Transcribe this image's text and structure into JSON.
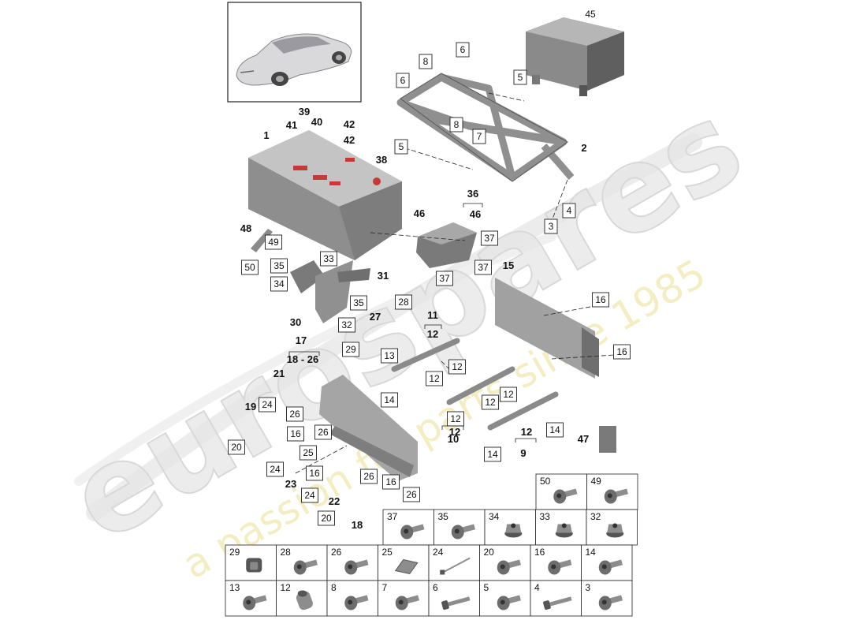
{
  "watermark": {
    "brand": "eurospares",
    "tagline": "a passion for parts since 1985"
  },
  "car_thumbnail": {
    "icon": "sports-car-icon"
  },
  "callouts": [
    {
      "id": "c45",
      "text": "45",
      "boxed": false,
      "bold": false
    },
    {
      "id": "c8a",
      "text": "8",
      "boxed": true,
      "bold": false
    },
    {
      "id": "c6a",
      "text": "6",
      "boxed": true,
      "bold": false
    },
    {
      "id": "c6b",
      "text": "6",
      "boxed": true,
      "bold": false
    },
    {
      "id": "c5a",
      "text": "5",
      "boxed": true,
      "bold": false
    },
    {
      "id": "c8b",
      "text": "8",
      "boxed": true,
      "bold": false
    },
    {
      "id": "c7",
      "text": "7",
      "boxed": true,
      "bold": false
    },
    {
      "id": "c5b",
      "text": "5",
      "boxed": true,
      "bold": false
    },
    {
      "id": "c2",
      "text": "2",
      "boxed": false,
      "bold": true
    },
    {
      "id": "c4",
      "text": "4",
      "boxed": true,
      "bold": false
    },
    {
      "id": "c3",
      "text": "3",
      "boxed": true,
      "bold": false
    },
    {
      "id": "c39",
      "text": "39",
      "boxed": false,
      "bold": true
    },
    {
      "id": "c1",
      "text": "1",
      "boxed": false,
      "bold": true
    },
    {
      "id": "c41",
      "text": "41",
      "boxed": false,
      "bold": true
    },
    {
      "id": "c40",
      "text": "40",
      "boxed": false,
      "bold": true
    },
    {
      "id": "c42a",
      "text": "42",
      "boxed": false,
      "bold": true
    },
    {
      "id": "c42b",
      "text": "42",
      "boxed": false,
      "bold": true
    },
    {
      "id": "c38",
      "text": "38",
      "boxed": false,
      "bold": true
    },
    {
      "id": "c36",
      "text": "36",
      "boxed": false,
      "bold": true
    },
    {
      "id": "c46a",
      "text": "46",
      "boxed": false,
      "bold": true
    },
    {
      "id": "c46b",
      "text": "46",
      "boxed": false,
      "bold": true
    },
    {
      "id": "c37a",
      "text": "37",
      "boxed": true,
      "bold": false
    },
    {
      "id": "c37b",
      "text": "37",
      "boxed": true,
      "bold": false
    },
    {
      "id": "c37c",
      "text": "37",
      "boxed": true,
      "bold": false
    },
    {
      "id": "c48",
      "text": "48",
      "boxed": false,
      "bold": true
    },
    {
      "id": "c49",
      "text": "49",
      "boxed": true,
      "bold": false
    },
    {
      "id": "c50",
      "text": "50",
      "boxed": true,
      "bold": false
    },
    {
      "id": "c35a",
      "text": "35",
      "boxed": true,
      "bold": false
    },
    {
      "id": "c33",
      "text": "33",
      "boxed": true,
      "bold": false
    },
    {
      "id": "c31",
      "text": "31",
      "boxed": false,
      "bold": true
    },
    {
      "id": "c34",
      "text": "34",
      "boxed": true,
      "bold": false
    },
    {
      "id": "c35b",
      "text": "35",
      "boxed": true,
      "bold": false
    },
    {
      "id": "c30",
      "text": "30",
      "boxed": false,
      "bold": true
    },
    {
      "id": "c32",
      "text": "32",
      "boxed": true,
      "bold": false
    },
    {
      "id": "c15",
      "text": "15",
      "boxed": false,
      "bold": true
    },
    {
      "id": "c16a",
      "text": "16",
      "boxed": true,
      "bold": false
    },
    {
      "id": "c16b",
      "text": "16",
      "boxed": true,
      "bold": false
    },
    {
      "id": "c28",
      "text": "28",
      "boxed": true,
      "bold": false
    },
    {
      "id": "c27",
      "text": "27",
      "boxed": false,
      "bold": true
    },
    {
      "id": "c29",
      "text": "29",
      "boxed": true,
      "bold": false
    },
    {
      "id": "c11",
      "text": "11",
      "boxed": false,
      "bold": true
    },
    {
      "id": "c12a",
      "text": "12",
      "boxed": false,
      "bold": true
    },
    {
      "id": "c13",
      "text": "13",
      "boxed": true,
      "bold": false
    },
    {
      "id": "c12b",
      "text": "12",
      "boxed": true,
      "bold": false
    },
    {
      "id": "c12c",
      "text": "12",
      "boxed": true,
      "bold": false
    },
    {
      "id": "c12d",
      "text": "12",
      "boxed": true,
      "bold": false
    },
    {
      "id": "c12e",
      "text": "12",
      "boxed": true,
      "bold": false
    },
    {
      "id": "c12f",
      "text": "12",
      "boxed": true,
      "bold": false
    },
    {
      "id": "c12g",
      "text": "12",
      "boxed": false,
      "bold": true
    },
    {
      "id": "c12h",
      "text": "12",
      "boxed": false,
      "bold": true
    },
    {
      "id": "c14a",
      "text": "14",
      "boxed": true,
      "bold": false
    },
    {
      "id": "c14b",
      "text": "14",
      "boxed": true,
      "bold": false
    },
    {
      "id": "c14c",
      "text": "14",
      "boxed": true,
      "bold": false
    },
    {
      "id": "c10",
      "text": "10",
      "boxed": false,
      "bold": true
    },
    {
      "id": "c9",
      "text": "9",
      "boxed": false,
      "bold": true
    },
    {
      "id": "c47",
      "text": "47",
      "boxed": false,
      "bold": true
    },
    {
      "id": "c17",
      "text": "17",
      "boxed": false,
      "bold": true
    },
    {
      "id": "c18_26",
      "text": "18 - 26",
      "boxed": false,
      "bold": true
    },
    {
      "id": "c21",
      "text": "21",
      "boxed": false,
      "bold": true
    },
    {
      "id": "c24a",
      "text": "24",
      "boxed": true,
      "bold": false
    },
    {
      "id": "c19",
      "text": "19",
      "boxed": false,
      "bold": true
    },
    {
      "id": "c26a",
      "text": "26",
      "boxed": true,
      "bold": false
    },
    {
      "id": "c16c",
      "text": "16",
      "boxed": true,
      "bold": false
    },
    {
      "id": "c26b",
      "text": "26",
      "boxed": true,
      "bold": false
    },
    {
      "id": "c20a",
      "text": "20",
      "boxed": true,
      "bold": false
    },
    {
      "id": "c25",
      "text": "25",
      "boxed": true,
      "bold": false
    },
    {
      "id": "c24b",
      "text": "24",
      "boxed": true,
      "bold": false
    },
    {
      "id": "c23",
      "text": "23",
      "boxed": false,
      "bold": true
    },
    {
      "id": "c16d",
      "text": "16",
      "boxed": true,
      "bold": false
    },
    {
      "id": "c26c",
      "text": "26",
      "boxed": true,
      "bold": false
    },
    {
      "id": "c16e",
      "text": "16",
      "boxed": true,
      "bold": false
    },
    {
      "id": "c24c",
      "text": "24",
      "boxed": true,
      "bold": false
    },
    {
      "id": "c22",
      "text": "22",
      "boxed": false,
      "bold": true
    },
    {
      "id": "c26d",
      "text": "26",
      "boxed": true,
      "bold": false
    },
    {
      "id": "c20b",
      "text": "20",
      "boxed": true,
      "bold": false
    },
    {
      "id": "c18",
      "text": "18",
      "boxed": false,
      "bold": true
    }
  ],
  "hardware_grid": [
    {
      "num": "50",
      "icon": "flange-bolt-icon"
    },
    {
      "num": "49",
      "icon": "hex-flange-bolt-icon"
    },
    {
      "num": "37",
      "icon": "torx-screw-icon"
    },
    {
      "num": "35",
      "icon": "flange-screw-icon"
    },
    {
      "num": "34",
      "icon": "hex-nut-icon"
    },
    {
      "num": "33",
      "icon": "flange-nut-icon"
    },
    {
      "num": "32",
      "icon": "collar-nut-icon"
    },
    {
      "num": "29",
      "icon": "grommet-icon"
    },
    {
      "num": "28",
      "icon": "screw-icon"
    },
    {
      "num": "26",
      "icon": "screw-icon"
    },
    {
      "num": "25",
      "icon": "spring-clip-icon"
    },
    {
      "num": "24",
      "icon": "cable-tie-icon"
    },
    {
      "num": "20",
      "icon": "screw-icon"
    },
    {
      "num": "16",
      "icon": "screw-icon"
    },
    {
      "num": "14",
      "icon": "screw-icon"
    },
    {
      "num": "13",
      "icon": "screw-icon"
    },
    {
      "num": "12",
      "icon": "threaded-insert-icon"
    },
    {
      "num": "8",
      "icon": "screw-icon"
    },
    {
      "num": "7",
      "icon": "screw-icon"
    },
    {
      "num": "6",
      "icon": "long-bolt-icon"
    },
    {
      "num": "5",
      "icon": "screw-icon"
    },
    {
      "num": "4",
      "icon": "long-bolt-icon"
    },
    {
      "num": "3",
      "icon": "screw-icon"
    }
  ]
}
